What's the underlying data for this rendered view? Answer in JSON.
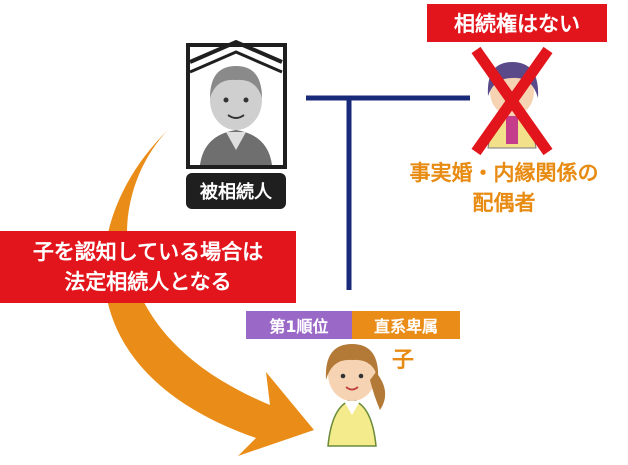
{
  "labels": {
    "no_inheritance": "相続権はない",
    "deceased": "被相続人",
    "partner_line1": "事実婚・内縁関係の",
    "partner_line2": "配偶者",
    "recognition_line1": "子を認知している場合は",
    "recognition_line2": "法定相続人となる",
    "rank": "第1順位",
    "relation": "直系卑属",
    "child": "子"
  },
  "colors": {
    "red": "#e2141c",
    "orange": "#ea8d18",
    "purple": "#9a69c8",
    "navy": "#1a2a7a",
    "black": "#1f1f1f"
  },
  "icons": {
    "deceased_portrait": "elderly-man-portrait-icon",
    "partner": "woman-icon",
    "cross": "red-cross-mark-icon",
    "child": "girl-icon",
    "arrow": "curved-arrow-icon"
  }
}
